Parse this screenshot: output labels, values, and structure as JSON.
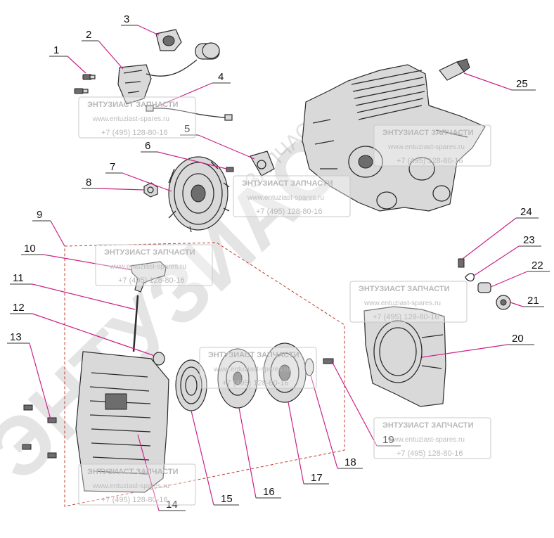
{
  "watermark": {
    "brand": "ЭНТУЗИАСТ ЗАПЧАСТИ",
    "site": "www.entuziast-spares.ru",
    "phone": "+7 (495) 128-80-16",
    "big_text": "ЭНТУЗИАСТ!",
    "big_text_secondary": "ЗАПЧАСТИ ®"
  },
  "callouts": [
    "1",
    "2",
    "3",
    "4",
    "5",
    "6",
    "7",
    "8",
    "9",
    "10",
    "11",
    "12",
    "13",
    "14",
    "15",
    "16",
    "17",
    "18",
    "19",
    "20",
    "21",
    "22",
    "23",
    "24",
    "25"
  ],
  "colors": {
    "leader": "#cc2288",
    "frame_dash": "#c0392b",
    "watermark": "#b8b8b8"
  }
}
